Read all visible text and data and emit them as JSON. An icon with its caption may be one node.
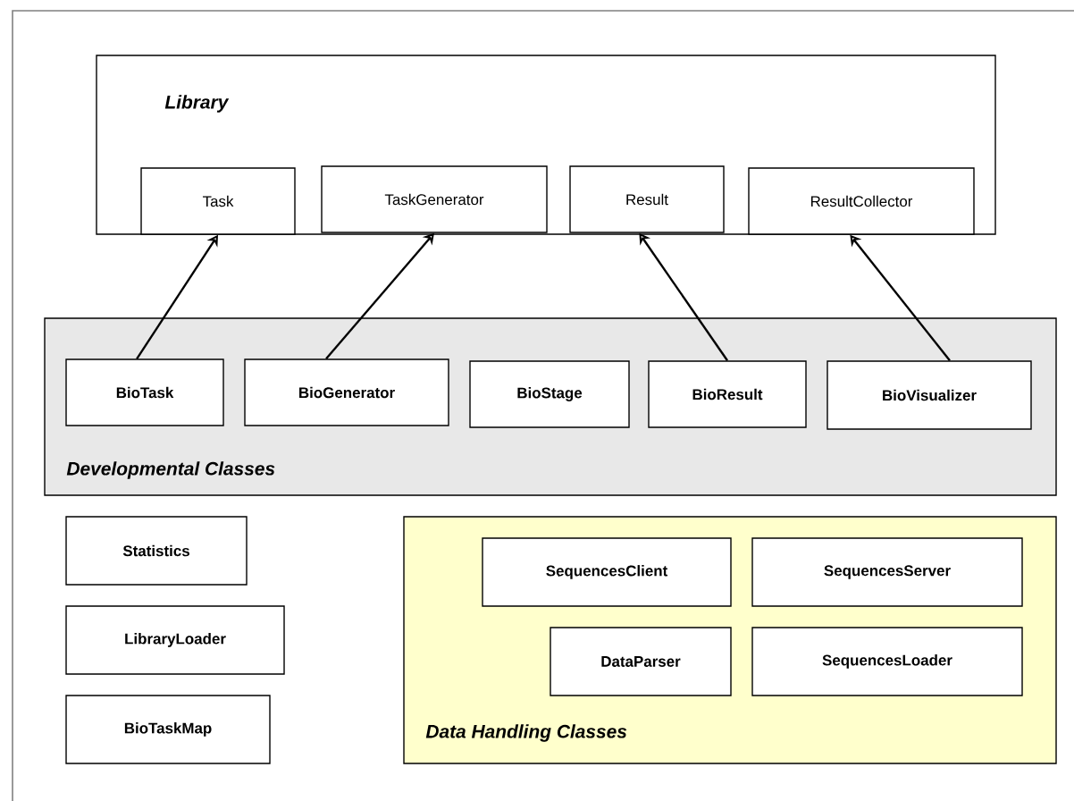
{
  "diagram": {
    "nodes": [
      {
        "text": [
          "Library"
        ]
      },
      {
        "text": [
          "Task"
        ],
        "in": 0
      },
      {
        "text": [
          "TaskGenerator"
        ],
        "in": 0
      },
      {
        "text": [
          "Result"
        ],
        "in": 0
      },
      {
        "text": [
          "ResultCollector"
        ],
        "in": 0
      },
      {
        "text": [
          "Developmental Classes"
        ]
      },
      {
        "text": [
          "BioTask"
        ],
        "in": 5
      },
      {
        "text": [
          "BioGenerator"
        ],
        "in": 5
      },
      {
        "text": [
          "BioStage"
        ],
        "in": 5
      },
      {
        "text": [
          "BioResult"
        ],
        "in": 5
      },
      {
        "text": [
          "BioVisualizer"
        ],
        "in": 5
      },
      {
        "text": [
          "Statistics"
        ]
      },
      {
        "text": [
          "LibraryLoader"
        ]
      },
      {
        "text": [
          "BioTaskMap"
        ]
      },
      {
        "text": [
          "Data Handling Classes"
        ]
      },
      {
        "text": [
          "SequencesClient"
        ],
        "in": 14
      },
      {
        "text": [
          "SequencesServer"
        ],
        "in": 14
      },
      {
        "text": [
          "DataParser"
        ],
        "in": 14
      },
      {
        "text": [
          "SequencesLoader"
        ],
        "in": 14
      }
    ],
    "edges": [
      {
        "from": 6,
        "to": 1,
        "arrow": "to"
      },
      {
        "from": 7,
        "to": 2,
        "arrow": "to"
      },
      {
        "from": 9,
        "to": 3,
        "arrow": "to"
      },
      {
        "from": 10,
        "to": 4,
        "arrow": "to"
      }
    ]
  }
}
